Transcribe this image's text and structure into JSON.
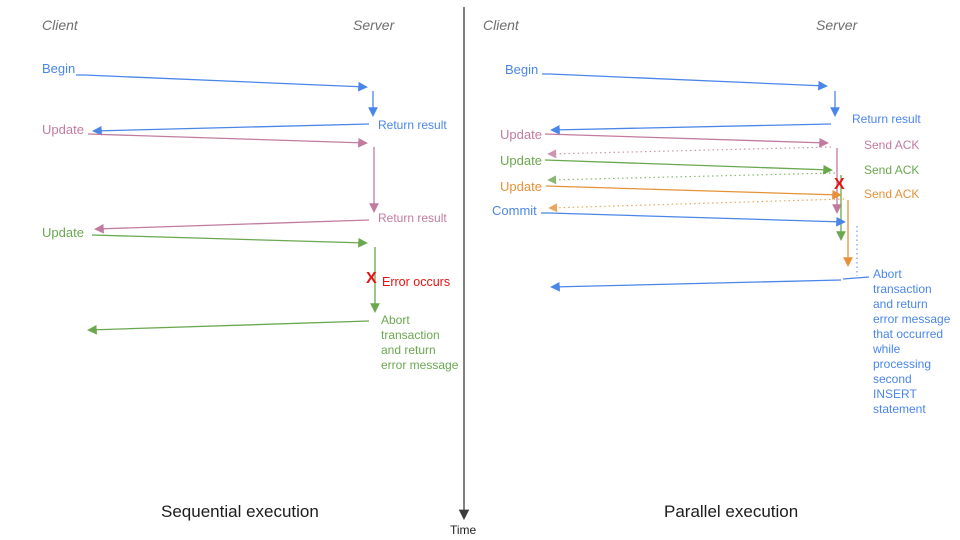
{
  "colors": {
    "blue": "#4a86e8",
    "pink": "#c27ba0",
    "green": "#6aa84f",
    "orange": "#e69138",
    "red": "#e81212",
    "header": "#6e6e6e",
    "caption": "#1c1c1c",
    "axis": "#3c3c3c"
  },
  "time_axis": {
    "label": "Time"
  },
  "left_panel": {
    "caption": "Sequential execution",
    "client": "Client",
    "server": "Server",
    "begin_label": "Begin",
    "begin_return": "Return result",
    "update1_label": "Update",
    "update1_return": "Return result",
    "update2_label": "Update",
    "error_marker": "X",
    "error_label": "Error occurs",
    "abort_note": "Abort\ntransaction\nand return\nerror message"
  },
  "right_panel": {
    "caption": "Parallel execution",
    "client": "Client",
    "server": "Server",
    "begin_label": "Begin",
    "begin_return": "Return result",
    "update1_label": "Update",
    "ack1": "Send ACK",
    "update2_label": "Update",
    "ack2": "Send ACK",
    "update3_label": "Update",
    "ack3": "Send ACK",
    "error_marker": "X",
    "commit_label": "Commit",
    "abort_note": "Abort\ntransaction\nand return\nerror message\nthat occurred\nwhile\nprocessing\nsecond\nINSERT\nstatement"
  }
}
